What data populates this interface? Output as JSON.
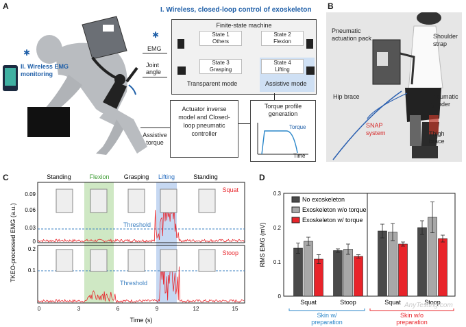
{
  "panelA": {
    "label": "A",
    "title": "I. Wireless, closed-loop control of exoskeleton",
    "monitoring": "II. Wireless EMG monitoring",
    "emg": "EMG",
    "joint_angle": "Joint angle",
    "fsm_title": "Finite-state machine",
    "states": [
      {
        "name": "State 1",
        "sub": "Others"
      },
      {
        "name": "State 2",
        "sub": "Flexion"
      },
      {
        "name": "State 3",
        "sub": "Grasping"
      },
      {
        "name": "State 4",
        "sub": "Lifting"
      }
    ],
    "transparent_mode": "Transparent mode",
    "assistive_mode": "Assistive mode",
    "torque_box": "Torque profile generation",
    "torque_label": "Torque",
    "time_label": "Time",
    "actuator_box": "Actuator inverse model and Closed-loop pneumatic controller",
    "assistive_torque": "Assistive torque"
  },
  "panelB": {
    "label": "B",
    "pack": "Pneumatic actuation pack",
    "strap": "Shoulder strap",
    "hip": "Hip brace",
    "cylinder": "Pneumatic cylinder",
    "snap": "SNAP system",
    "thigh": "Thigh brace"
  },
  "panelC": {
    "label": "C",
    "phases": [
      "Standing",
      "Flexion",
      "Grasping",
      "Lifting",
      "Standing"
    ],
    "squat": "Squat",
    "stoop": "Stoop",
    "threshold": "Threshold",
    "ylabel": "TKEO-processed EMG (a.u.)",
    "xlabel": "Time (s)",
    "xticks": [
      "0",
      "3",
      "6",
      "9",
      "12",
      "15"
    ],
    "yticks_top": [
      "0",
      "0.03",
      "0.06",
      "0.09"
    ],
    "yticks_bottom": [
      "0.1",
      "0.2"
    ],
    "colors": {
      "signal": "#e8242a",
      "flexion": "#cfe8c4",
      "lifting": "#c6d8f2",
      "threshold": "#3a7fc1"
    }
  },
  "panelD": {
    "label": "D",
    "ylabel": "RMS EMG (mV)",
    "legend": [
      "No exoskeleton",
      "Exoskeleton w/o torque",
      "Exoskeleton w/ torque"
    ],
    "group_labels": [
      "Skin w/ preparation",
      "Skin w/o preparation"
    ],
    "colors": [
      "#4a4a4a",
      "#a8a8a8",
      "#e8242a"
    ]
  },
  "chart_data": {
    "type": "bar",
    "categories": [
      "Squat",
      "Stoop",
      "Squat",
      "Stoop"
    ],
    "series": [
      {
        "name": "No exoskeleton",
        "values": [
          0.14,
          0.133,
          0.19,
          0.2
        ],
        "errors": [
          0.015,
          0.005,
          0.02,
          0.02
        ]
      },
      {
        "name": "Exoskeleton w/o torque",
        "values": [
          0.16,
          0.137,
          0.187,
          0.23
        ],
        "errors": [
          0.012,
          0.015,
          0.025,
          0.045
        ]
      },
      {
        "name": "Exoskeleton w/ torque",
        "values": [
          0.108,
          0.116,
          0.152,
          0.168
        ],
        "errors": [
          0.013,
          0.005,
          0.006,
          0.01
        ]
      }
    ],
    "ylabel": "RMS EMG (mV)",
    "yticks": [
      "0",
      "0.1",
      "0.2",
      "0.3"
    ],
    "ylim": [
      0,
      0.3
    ]
  },
  "watermark": "AnyTesting.com"
}
